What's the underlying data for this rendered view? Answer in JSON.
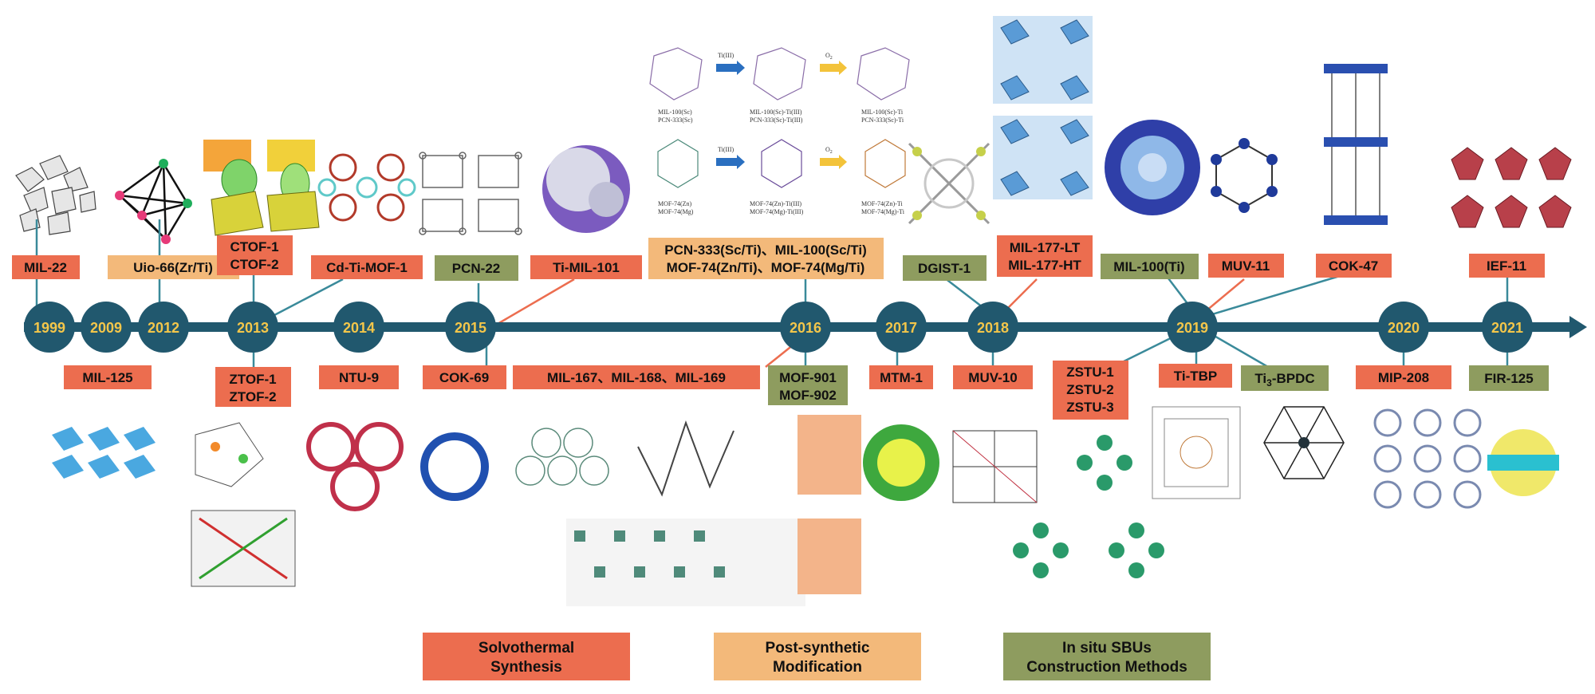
{
  "colors": {
    "solvothermal": "#ec6d4f",
    "post_synthetic": "#f3b97a",
    "in_situ": "#8e9c5f",
    "timeline": "#21586e",
    "year_text": "#f3c64a"
  },
  "timeline": {
    "years": [
      "1999",
      "2009",
      "2012",
      "2013",
      "2014",
      "2015",
      "2016",
      "2017",
      "2018",
      "2019",
      "2020",
      "2021"
    ]
  },
  "labels": {
    "mil22": "MIL-22",
    "uio66": "Uio-66(Zr/Ti)",
    "ctof1": "CTOF-1",
    "ctof2": "CTOF-2",
    "cdti": "Cd-Ti-MOF-1",
    "pcn22": "PCN-22",
    "timil101": "Ti-MIL-101",
    "pcn333_1": "PCN-333(Sc/Ti)、MIL-100(Sc/Ti)",
    "pcn333_2": "MOF-74(Zn/Ti)、MOF-74(Mg/Ti)",
    "dgist": "DGIST-1",
    "mil177lt": "MIL-177-LT",
    "mil177ht": "MIL-177-HT",
    "mil100ti": "MIL-100(Ti)",
    "muv11": "MUV-11",
    "cok47": "COK-47",
    "ief11": "IEF-11",
    "mil125": "MIL-125",
    "ztof1": "ZTOF-1",
    "ztof2": "ZTOF-2",
    "ntu9": "NTU-9",
    "cok69": "COK-69",
    "mil167": "MIL-167、MIL-168、MIL-169",
    "mof901": "MOF-901",
    "mof902": "MOF-902",
    "mtm1": "MTM-1",
    "muv10": "MUV-10",
    "zstu1": "ZSTU-1",
    "zstu2": "ZSTU-2",
    "zstu3": "ZSTU-3",
    "titbp": "Ti-TBP",
    "ti3bpdc_main": "Ti",
    "ti3bpdc_sub": "3",
    "ti3bpdc_rest": "-BPDC",
    "mip208": "MIP-208",
    "fir125": "FIR-125"
  },
  "scheme": {
    "mil100sc": "MIL-100(Sc)",
    "pcn333sc": "PCN-333(Sc)",
    "mil100scti3": "MIL-100(Sc)-Ti(III)",
    "pcn333scti3": "PCN-333(Sc)-Ti(III)",
    "mil100scti": "MIL-100(Sc)-Ti",
    "pcn333scti": "PCN-333(Sc)-Ti",
    "mof74zn": "MOF-74(Zn)",
    "mof74mg": "MOF-74(Mg)",
    "mof74znti3": "MOF-74(Zn)-Ti(III)",
    "mof74mgti3": "MOF-74(Mg)-Ti(III)",
    "mof74znti": "MOF-74(Zn)-Ti",
    "mof74mgti": "MOF-74(Mg)-Ti",
    "arrow_ti": "Ti(III)",
    "arrow_o2": "O",
    "arrow_o2_sub": "2"
  },
  "legend": {
    "solvo_1": "Solvothermal",
    "solvo_2": "Synthesis",
    "post_1": "Post-synthetic",
    "post_2": "Modification",
    "insitu_1": "In situ SBUs",
    "insitu_2": "Construction Methods"
  }
}
